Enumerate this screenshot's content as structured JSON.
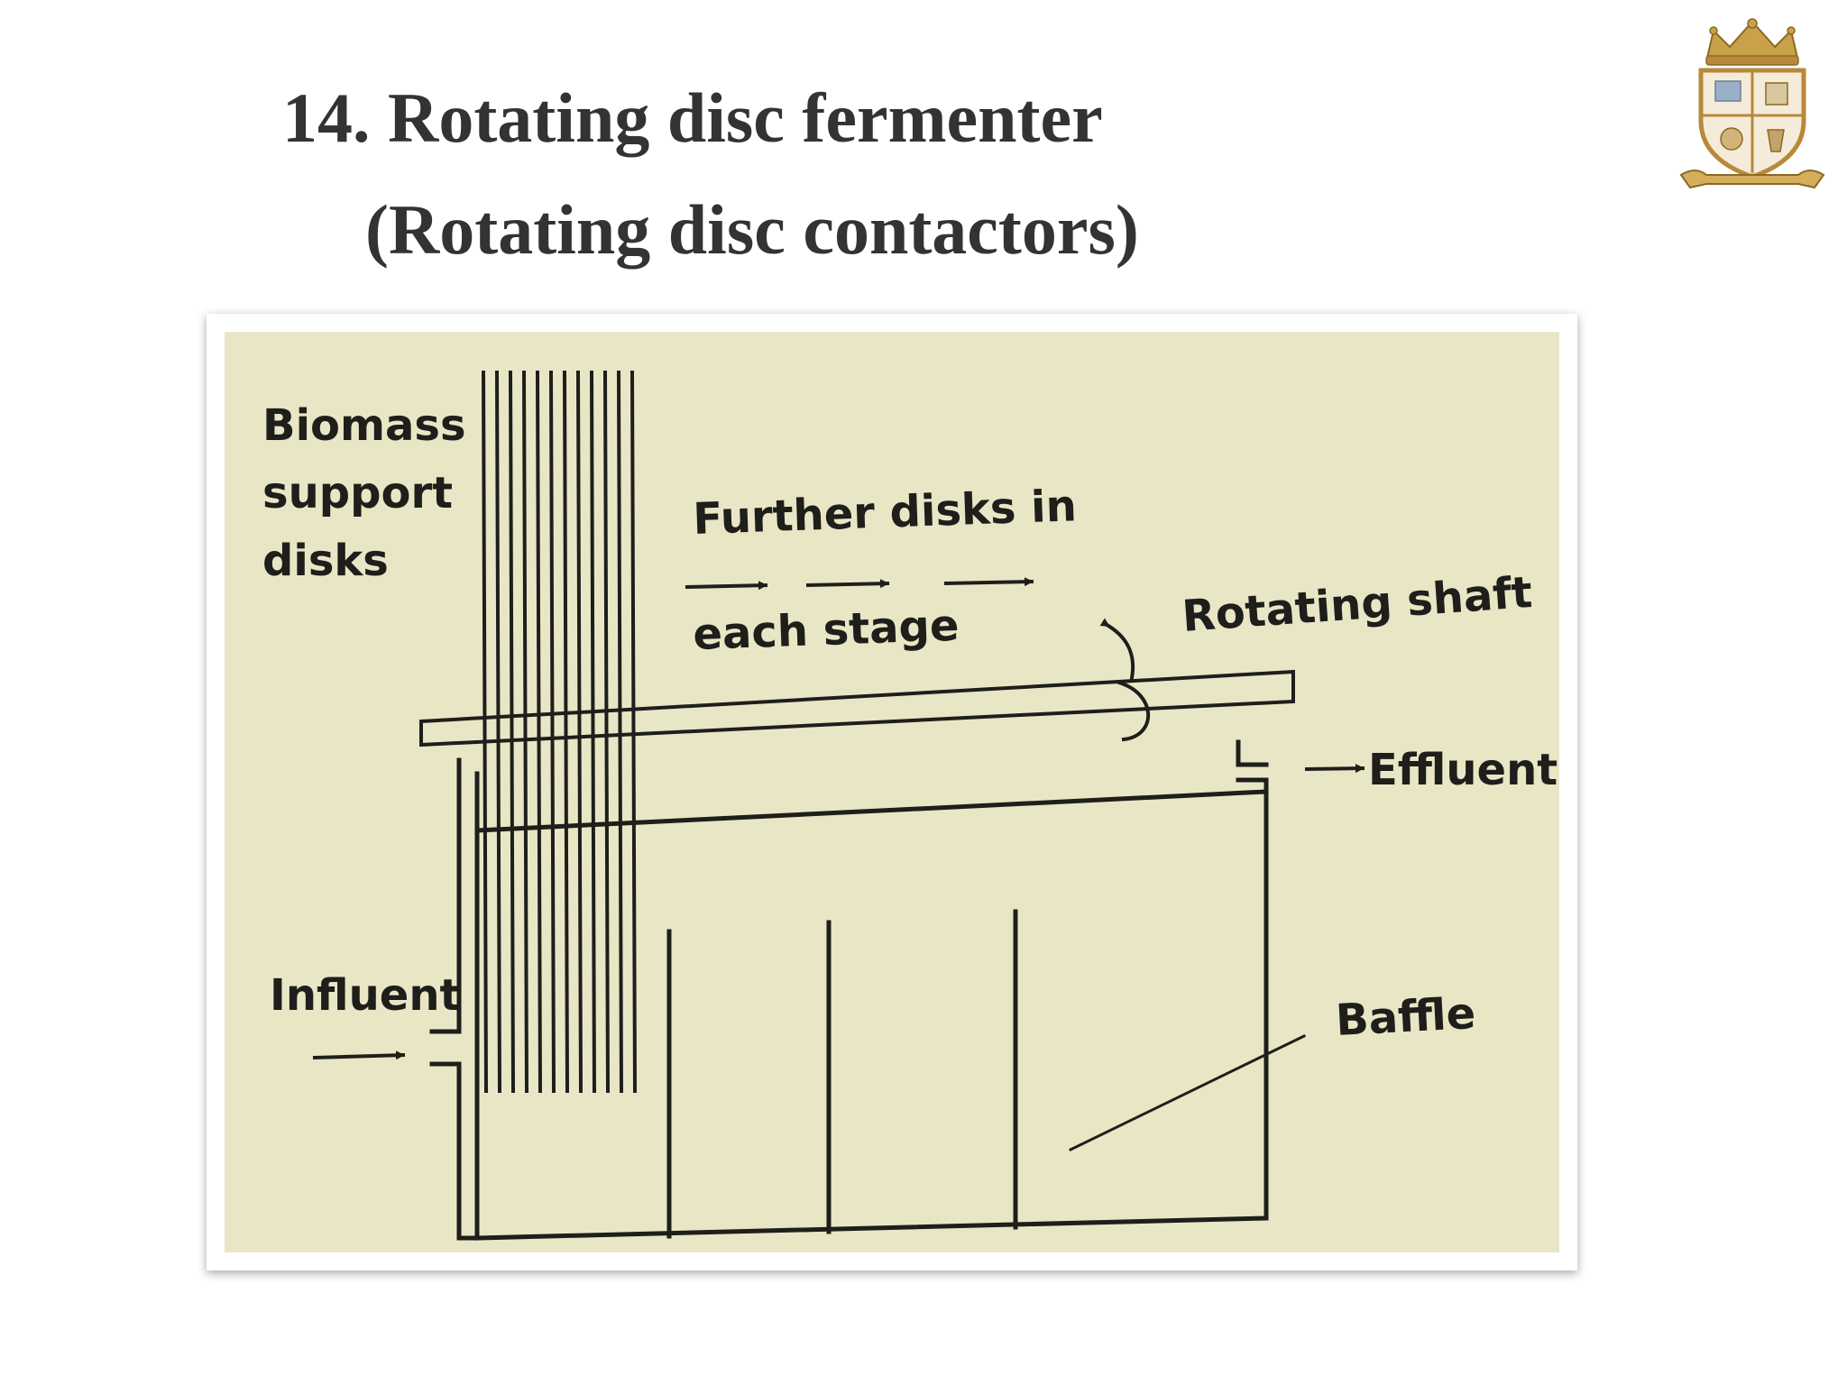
{
  "slide": {
    "title_line_1": "14. Rotating disc fermenter",
    "title_line_2": "(Rotating disc contactors)"
  },
  "logo": {
    "icon": "college-crest-icon"
  },
  "diagram": {
    "labels": {
      "biomass_line_1": "Biomass",
      "biomass_line_2": "support",
      "biomass_line_3": "disks",
      "further_line_1": "Further disks in",
      "further_line_2": "each stage",
      "rotating_shaft": "Rotating shaft",
      "effluent": "Effluent",
      "influent": "Influent",
      "baffle": "Baffle"
    },
    "colors": {
      "paper": "#e9e6c6",
      "ink": "#1e1e1b",
      "title": "#333333",
      "crest_gold": "#c9a14a"
    }
  }
}
